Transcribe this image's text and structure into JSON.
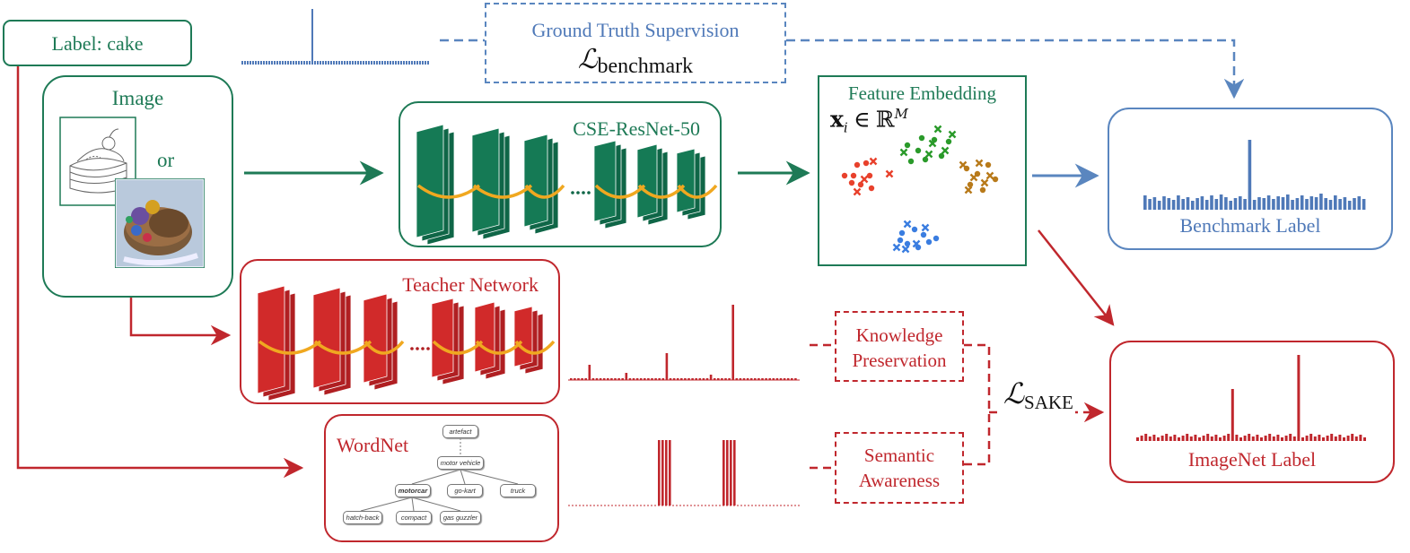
{
  "label_box": {
    "text": "Label: cake"
  },
  "image_box": {
    "title": "Image",
    "or_text": "or"
  },
  "cse_box": {
    "title": "CSE-ResNet-50"
  },
  "feature_box": {
    "title": "Feature Embedding",
    "formula_main": "x",
    "formula_sub": "i",
    "formula_rel": " ∈ ℝ",
    "formula_sup": "M"
  },
  "benchmark_box": {
    "title": "Benchmark Label"
  },
  "imagenet_box": {
    "title": "ImageNet Label"
  },
  "teacher_box": {
    "title": "Teacher Network"
  },
  "wordnet_box": {
    "title": "WordNet",
    "nodes": {
      "artefact": "artefact",
      "motor_vehicle": "motor vehicle",
      "motorcar": "motorcar",
      "go_kart": "go-kart",
      "truck": "truck",
      "hatch_back": "hatch-back",
      "compact": "compact",
      "gas_guzzler": "gas guzzler"
    }
  },
  "gt_box": {
    "line1": "Ground Truth Supervision",
    "loss_symbol": "ℒ",
    "loss_sub": "benchmark"
  },
  "knowledge_box": {
    "line1": "Knowledge",
    "line2": "Preservation"
  },
  "semantic_box": {
    "line1": "Semantic",
    "line2": "Awareness"
  },
  "sake_loss": {
    "symbol": "ℒ",
    "sub": "SAKE"
  },
  "colors": {
    "green": "#1e7a56",
    "red": "#c0272d",
    "blue": "#4f79b8",
    "orange": "#f0a820",
    "cluster_red": "#e8412c",
    "cluster_green": "#2a9a2a",
    "cluster_brown": "#b87a1a",
    "cluster_blue": "#3a7de0"
  },
  "icons": [
    "sketch-cake-icon",
    "photo-cake-icon",
    "arrow-icon",
    "cluster-scatter-icon"
  ]
}
